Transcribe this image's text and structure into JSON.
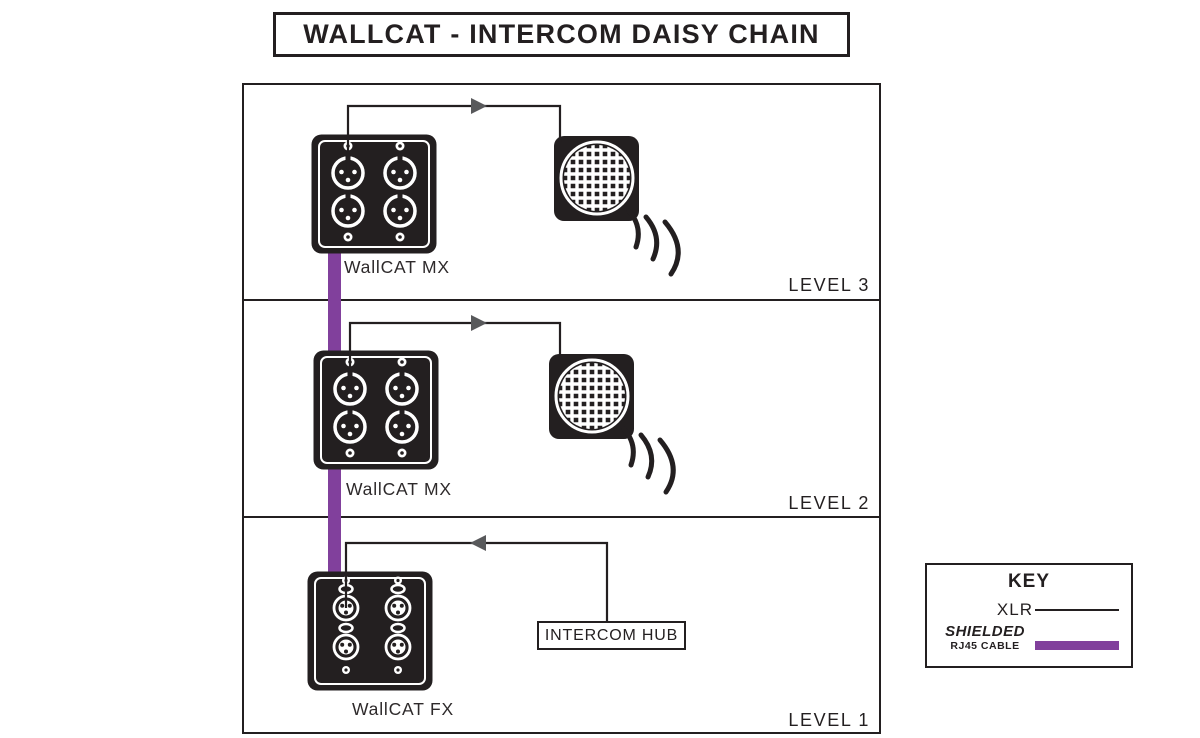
{
  "title": "WALLCAT - INTERCOM DAISY CHAIN",
  "levels": [
    {
      "name": "LEVEL 3",
      "device_label": "WallCAT MX",
      "output": "speaker"
    },
    {
      "name": "LEVEL 2",
      "device_label": "WallCAT MX",
      "output": "speaker"
    },
    {
      "name": "LEVEL 1",
      "device_label": "WallCAT FX",
      "source": "intercom-hub"
    }
  ],
  "hub_label": "INTERCOM HUB",
  "key": {
    "title": "KEY",
    "xlr_label": "XLR",
    "shielded_label": "SHIELDED",
    "rj45_label": "RJ45 CABLE"
  },
  "colors": {
    "ink": "#231f20",
    "purple": "#81409c",
    "arrow": "#58595b"
  },
  "icons": {
    "wall_plate_male": "xlr-male-wall-plate-icon",
    "wall_plate_female": "xlr-female-wall-plate-icon",
    "speaker": "speaker-icon",
    "waves": "sound-waves-icon"
  }
}
